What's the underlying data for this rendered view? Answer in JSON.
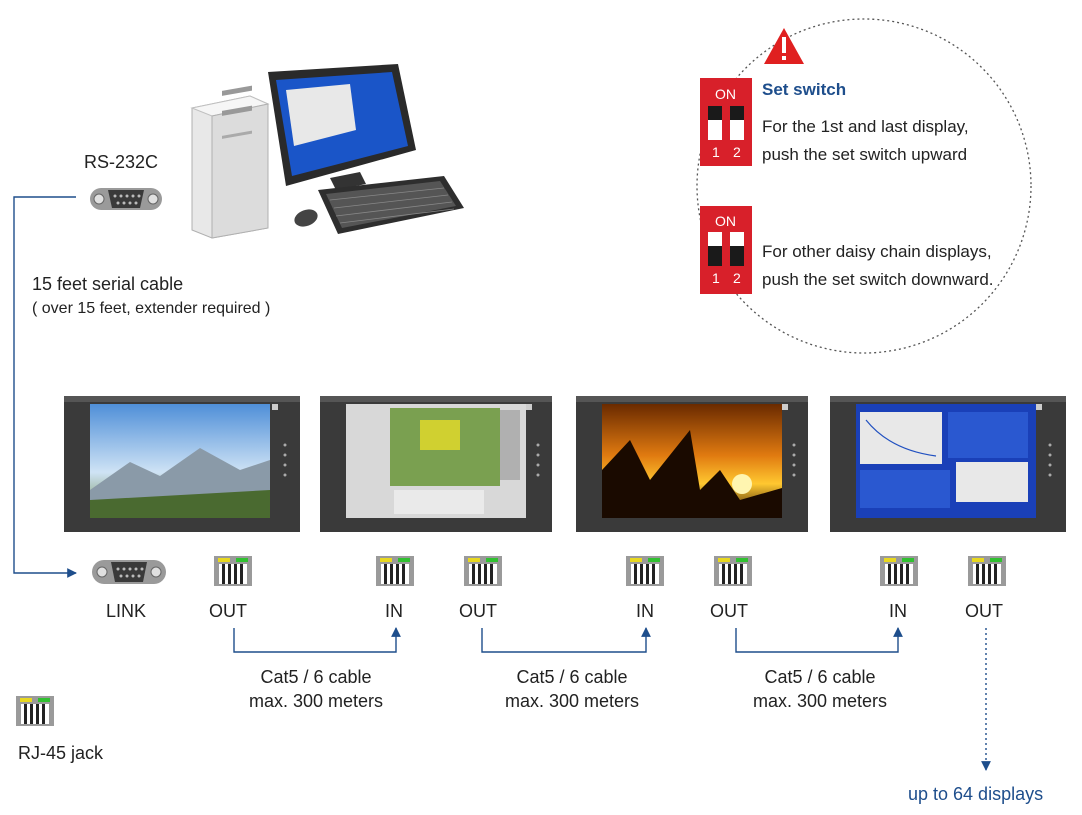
{
  "serial": {
    "port_label": "RS-232C",
    "cable_label": "15 feet serial cable",
    "cable_note": "( over 15 feet, extender required )"
  },
  "switch_callout": {
    "title": "Set switch",
    "switch_on_label": "ON",
    "switch_num_1": "1",
    "switch_num_2": "2",
    "upward_line1": "For the 1st and last display,",
    "upward_line2": "push the set switch upward",
    "downward_line1": "For other daisy chain displays,",
    "downward_line2": "push the set switch downward."
  },
  "ports": {
    "link": "LINK",
    "out": "OUT",
    "in": "IN"
  },
  "cables": [
    {
      "line1": "Cat5 / 6 cable",
      "line2": "max. 300 meters"
    },
    {
      "line1": "Cat5 / 6 cable",
      "line2": "max. 300 meters"
    },
    {
      "line1": "Cat5 / 6 cable",
      "line2": "max. 300 meters"
    }
  ],
  "legend": {
    "rj45": "RJ-45 jack"
  },
  "footer": {
    "up_to": "up to 64 displays"
  },
  "colors": {
    "line": "#1e4e8c",
    "warning": "#e02020",
    "switch_red": "#d8202a",
    "rack": "#3a3a3a"
  }
}
